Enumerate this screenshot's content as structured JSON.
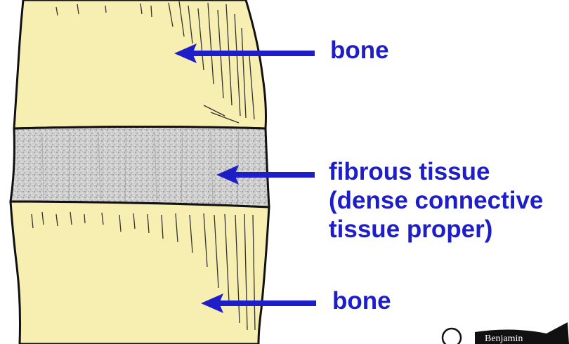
{
  "labels": {
    "top_bone": "bone",
    "fibrous_line1": "fibrous tissue",
    "fibrous_line2": "(dense connective",
    "fibrous_line3": "tissue proper)",
    "bottom_bone": "bone"
  },
  "logo": {
    "text": "Benjamin"
  },
  "colors": {
    "label_blue": "#1e1ec8",
    "bone_fill": "#f7eeb2",
    "fibrous_fill": "#c9c9c9",
    "outline": "#111111"
  }
}
